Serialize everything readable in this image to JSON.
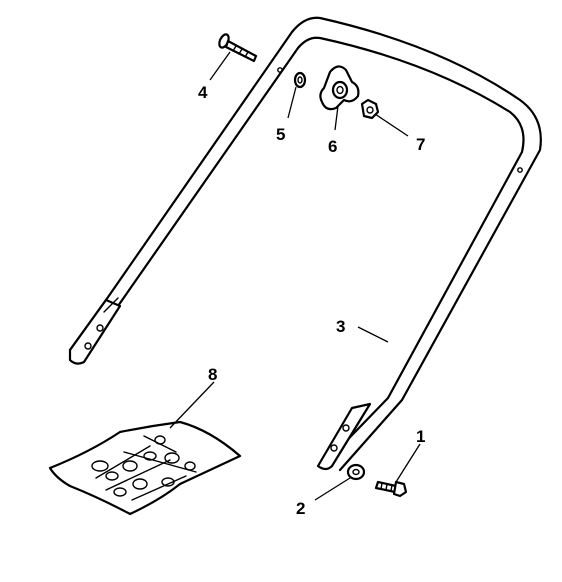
{
  "labels": {
    "p1": "1",
    "p2": "2",
    "p3": "3",
    "p4": "4",
    "p5": "5",
    "p6": "6",
    "p7": "7",
    "p8": "8"
  },
  "colors": {
    "line": "#000000",
    "background": "#ffffff"
  }
}
